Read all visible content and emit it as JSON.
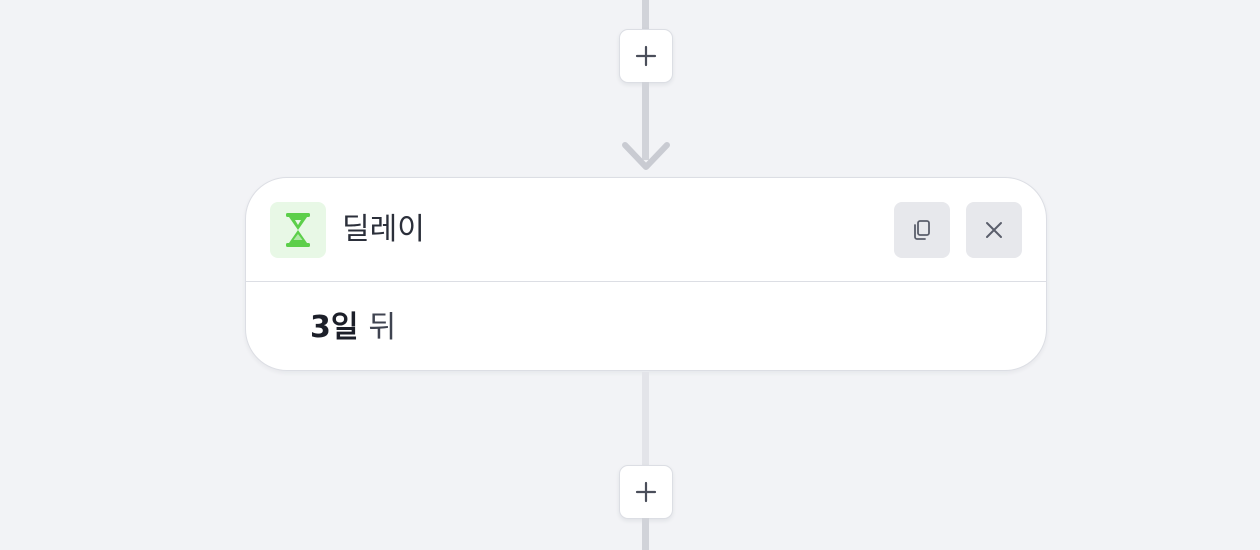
{
  "top_add": {
    "icon": "plus-icon"
  },
  "bottom_add": {
    "icon": "plus-icon"
  },
  "node": {
    "type_icon": "hourglass-icon",
    "title": "딜레이",
    "copy_icon": "copy-icon",
    "close_icon": "close-icon",
    "delay_amount": "3일",
    "delay_suffix": "뒤"
  },
  "colors": {
    "background": "#f2f3f6",
    "connector": "#d1d3d9",
    "icon_accent": "#5ccf4a",
    "icon_bg": "#e8f8e6",
    "button_bg": "#e7e8ec"
  }
}
